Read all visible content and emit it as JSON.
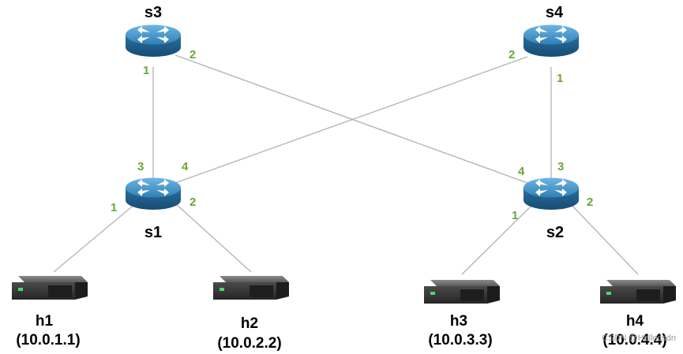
{
  "switches": [
    {
      "id": "s3",
      "label": "s3"
    },
    {
      "id": "s4",
      "label": "s4"
    },
    {
      "id": "s1",
      "label": "s1"
    },
    {
      "id": "s2",
      "label": "s2"
    }
  ],
  "hosts": [
    {
      "id": "h1",
      "name": "h1",
      "ip": "(10.0.1.1)"
    },
    {
      "id": "h2",
      "name": "h2",
      "ip": "(10.0.2.2)"
    },
    {
      "id": "h3",
      "name": "h3",
      "ip": "(10.0.3.3)"
    },
    {
      "id": "h4",
      "name": "h4",
      "ip": "(10.0.4.4)"
    }
  ],
  "links": [
    {
      "from": "s3",
      "from_port": "1",
      "to": "s1",
      "to_port": "3"
    },
    {
      "from": "s3",
      "from_port": "2",
      "to": "s2",
      "to_port": "4"
    },
    {
      "from": "s4",
      "from_port": "2",
      "to": "s1",
      "to_port": "4"
    },
    {
      "from": "s4",
      "from_port": "1",
      "to": "s2",
      "to_port": "3"
    },
    {
      "from": "s1",
      "from_port": "1",
      "to": "h1"
    },
    {
      "from": "s1",
      "from_port": "2",
      "to": "h2"
    },
    {
      "from": "s2",
      "from_port": "1",
      "to": "h3"
    },
    {
      "from": "s2",
      "from_port": "2",
      "to": "h4"
    }
  ],
  "colors": {
    "port_label": "#6aa63a",
    "link": "#b3b3b3",
    "router_top": "#3c8dc0",
    "router_side": "#1f5f8c",
    "host_body": "#3a3a3a",
    "host_led": "#4cd964"
  },
  "icons": {
    "switch": "router-icon",
    "host": "server-icon"
  },
  "watermark": "CSDN @Hellocsdn"
}
